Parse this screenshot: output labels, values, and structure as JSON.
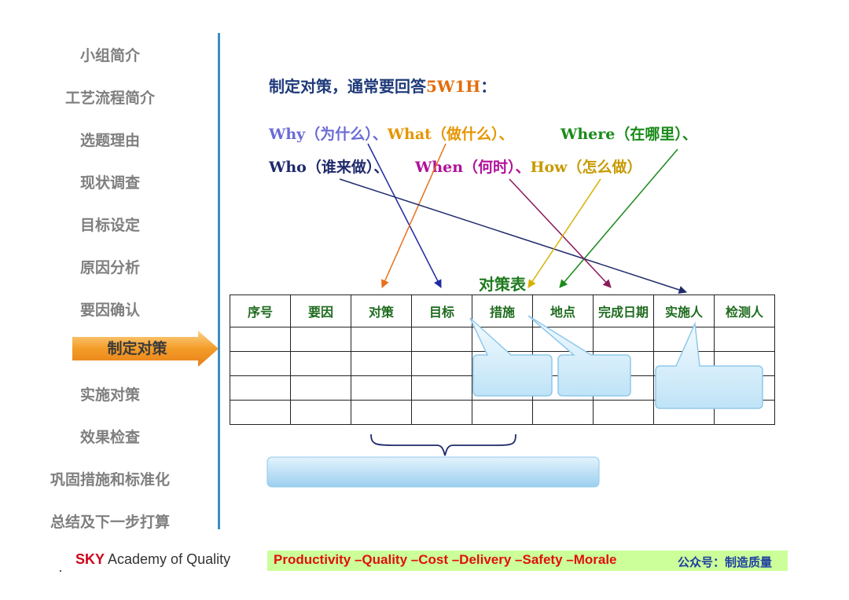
{
  "sidebar": {
    "items": [
      "小组简介",
      "工艺流程简介",
      "选题理由",
      "现状调查",
      "目标设定",
      "原因分析",
      "要因确认",
      "制定对策",
      "实施对策",
      "效果检查",
      "巩固措施和标准化",
      "总结及下一步打算"
    ],
    "active_index": 7,
    "active_color": "#f39c28"
  },
  "heading": {
    "text": "制定对策，通常要回答",
    "accent": "5W1H",
    "suffix": "："
  },
  "questions": {
    "why": "Why（为什么）、",
    "what": "What（做什么）、",
    "where": "Where（在哪里）、",
    "who": "Who（谁来做）、",
    "when": "When（何时）、",
    "how": "How（怎么做）"
  },
  "colors": {
    "why": "#6b6bd6",
    "what": "#e69500",
    "where": "#1a8a1a",
    "who": "#1f2a6b",
    "when": "#b0129a",
    "how": "#c89a00",
    "accent": "#e36c0a"
  },
  "table": {
    "title": "对策表",
    "headers": [
      "序号",
      "要因",
      "对策",
      "目标",
      "措施",
      "地点",
      "完成日期",
      "实施人",
      "检测人"
    ],
    "row_count": 4
  },
  "footer": {
    "brand_sky": "SKY",
    "brand_rest": " Academy of Quality",
    "slogan": "Productivity –Quality –Cost –Delivery –Safety –Morale",
    "wechat": "公众号：制造质量"
  }
}
